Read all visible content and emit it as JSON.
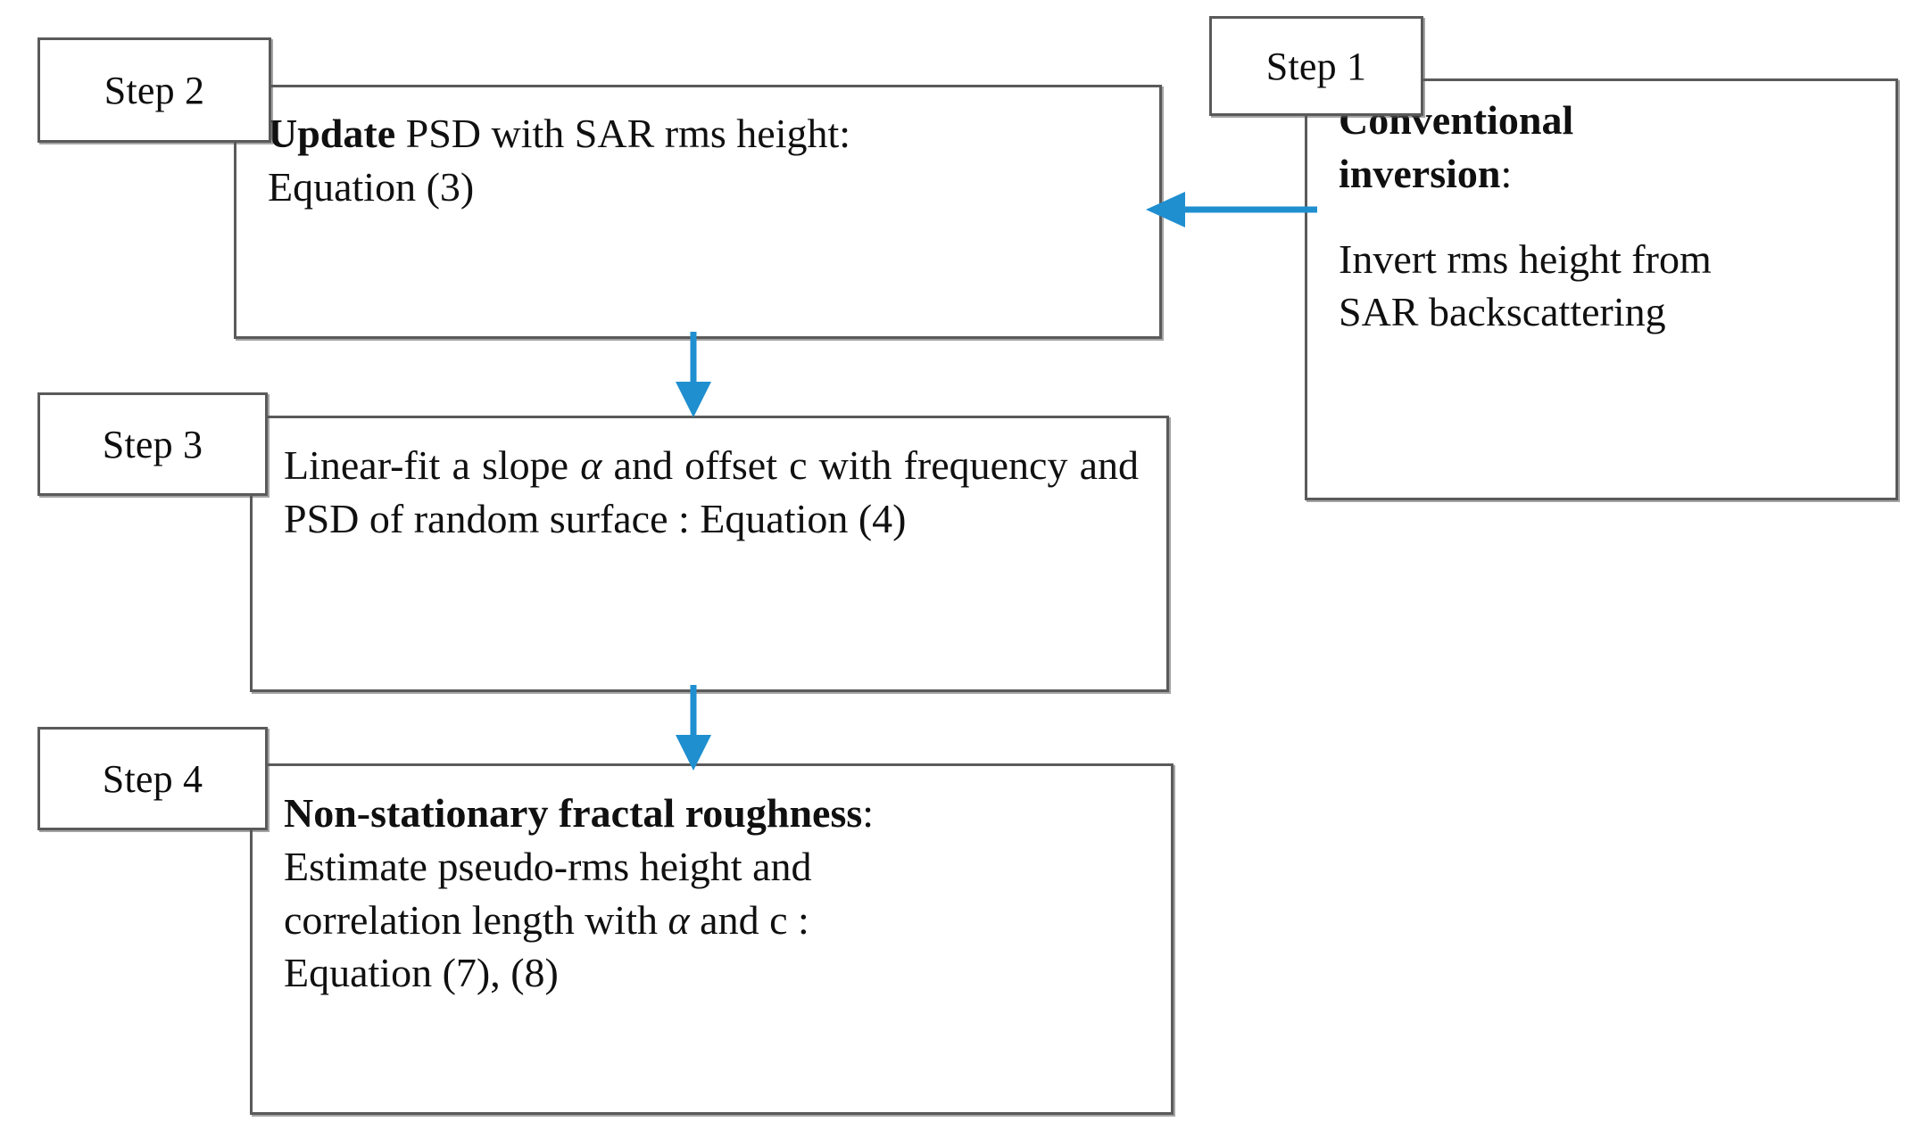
{
  "figure": {
    "type": "flowchart",
    "orientation": "right-to-left then top-to-bottom",
    "accent_color": "#1f8fd0",
    "border_color": "#5a5a5a",
    "background_color": "#ffffff",
    "text_color": "#101010"
  },
  "steps": {
    "step1": {
      "tab_label": "Step 1",
      "title": "Conventional inversion:",
      "title_line1": "Conventional",
      "title_line2": "inversion",
      "title_suffix": ":",
      "body_line1": "Invert rms height from",
      "body_line2": "SAR backscattering",
      "body": "Invert rms height from SAR backscattering"
    },
    "step2": {
      "tab_label": "Step 2",
      "title_bold": "Update",
      "title_rest": " PSD with SAR rms height:",
      "body": "Equation (3)",
      "full_text": "Update PSD with SAR rms height: Equation (3)"
    },
    "step3": {
      "tab_label": "Step 3",
      "text_part1": "Linear-fit a slope ",
      "alpha_symbol": "α",
      "text_part2": " and offset c with frequency and PSD of random surface : Equation (4)",
      "full_text": "Linear-fit a slope α and offset c with frequency and PSD of random surface : Equation (4)"
    },
    "step4": {
      "tab_label": "Step 4",
      "title_bold": "Non-stationary fractal roughness",
      "title_suffix": ":",
      "body_line1": "Estimate pseudo-rms height and",
      "body_line2_part1": "correlation length with ",
      "alpha_symbol": "α",
      "body_line2_part2": " and c :",
      "body_line3": "Equation (7), (8)",
      "full_text": "Non-stationary fractal roughness: Estimate pseudo-rms height and correlation length with α and c : Equation (7), (8)"
    }
  },
  "connectors": [
    {
      "name": "step1-to-step2",
      "from": "step1",
      "to": "step2",
      "direction": "left",
      "color": "#1f8fd0"
    },
    {
      "name": "step2-to-step3",
      "from": "step2",
      "to": "step3",
      "direction": "down",
      "color": "#1f8fd0"
    },
    {
      "name": "step3-to-step4",
      "from": "step3",
      "to": "step4",
      "direction": "down",
      "color": "#1f8fd0"
    }
  ]
}
